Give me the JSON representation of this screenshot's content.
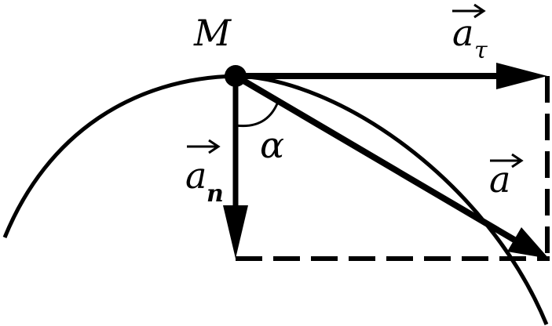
{
  "diagram": {
    "point_label": "M",
    "angle_label": "α",
    "tangential_vector": {
      "symbol": "a",
      "subscript": "τ"
    },
    "normal_vector": {
      "symbol": "a",
      "subscript": "n"
    },
    "total_vector": {
      "symbol": "a"
    },
    "colors": {
      "stroke": "#000000",
      "background": "#ffffff"
    }
  }
}
